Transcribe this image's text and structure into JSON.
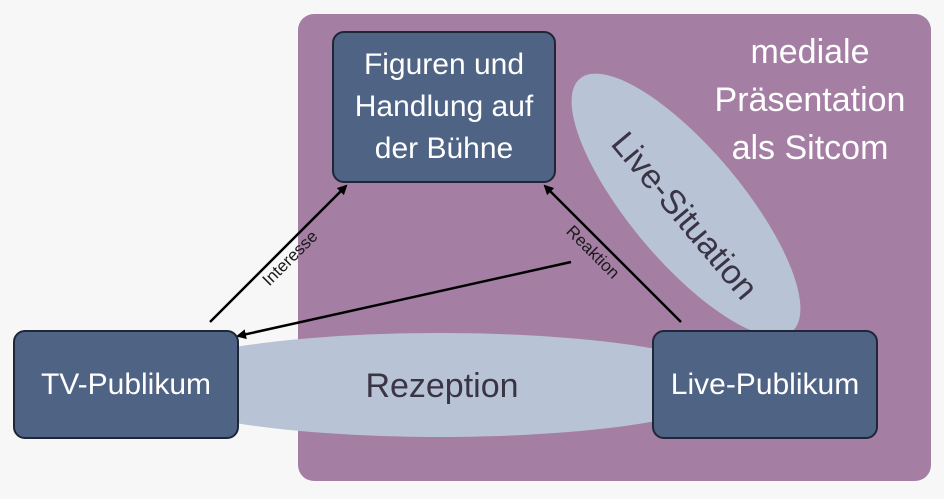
{
  "title": "mediale Präsentation als Sitcom",
  "nodes": {
    "stage": "Figuren und Handlung auf der Bühne",
    "tv_audience": "TV-Publikum",
    "live_audience": "Live-Publikum"
  },
  "labels": {
    "live_situation": "Live-Situation",
    "reception": "Rezeption",
    "interest": "Interesse",
    "reaction": "Reaktion"
  },
  "colors": {
    "background_panel": "#a47ea3",
    "node_fill": "#4f6385",
    "ellipse_fill": "#b9c3d6",
    "arrow": "#000000"
  }
}
